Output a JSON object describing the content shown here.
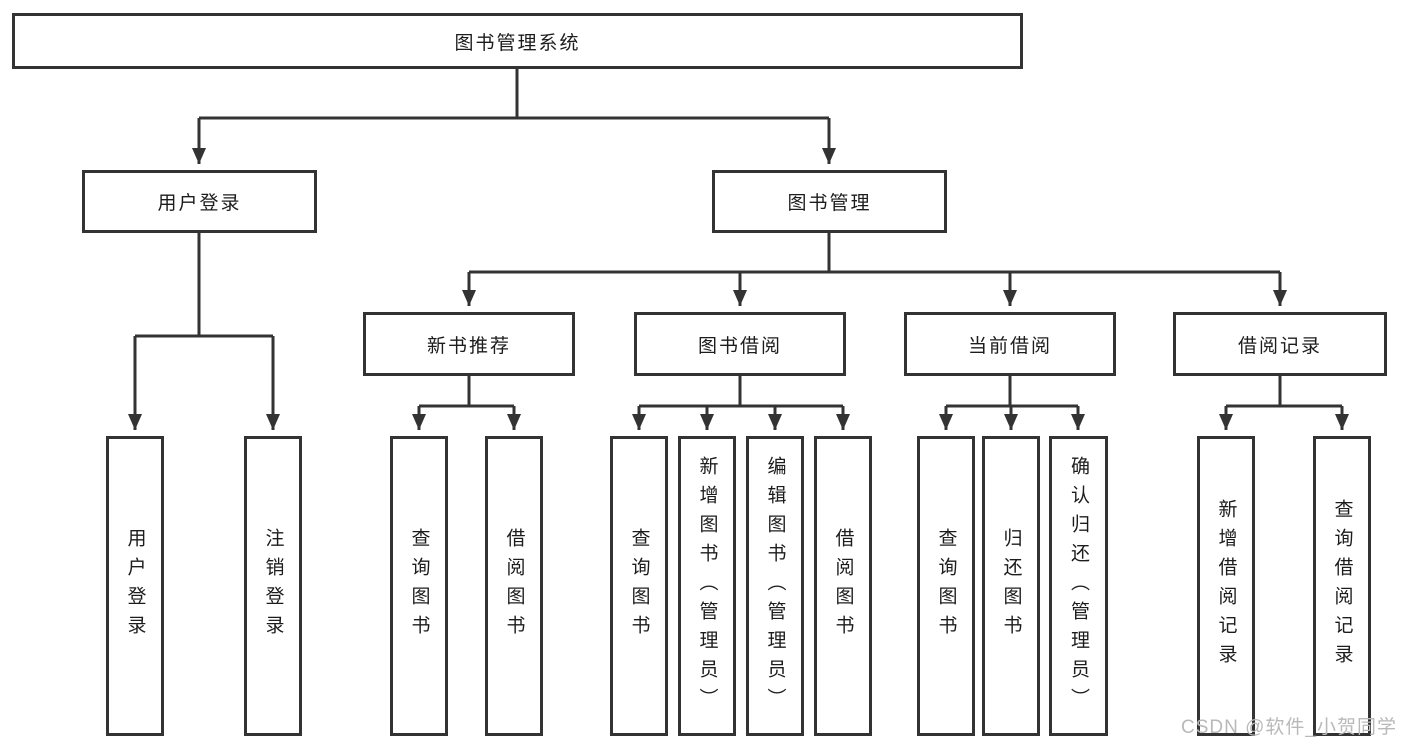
{
  "diagram_title": "图书管理系统",
  "colors": {
    "line": "#333333",
    "box_border": "#333333",
    "text": "#1c1c1c",
    "watermark": "#b9b9b9"
  },
  "tree": {
    "root": {
      "label": "图书管理系统",
      "children": [
        {
          "label": "用户登录",
          "children": [
            {
              "label": "用户登录"
            },
            {
              "label": "注销登录"
            }
          ]
        },
        {
          "label": "图书管理",
          "children": [
            {
              "label": "新书推荐",
              "children": [
                {
                  "label": "查询图书"
                },
                {
                  "label": "借阅图书"
                }
              ]
            },
            {
              "label": "图书借阅",
              "children": [
                {
                  "label": "查询图书"
                },
                {
                  "label": "新增图书（管理员）"
                },
                {
                  "label": "编辑图书（管理员）"
                },
                {
                  "label": "借阅图书"
                }
              ]
            },
            {
              "label": "当前借阅",
              "children": [
                {
                  "label": "查询图书"
                },
                {
                  "label": "归还图书"
                },
                {
                  "label": "确认归还（管理员）"
                }
              ]
            },
            {
              "label": "借阅记录",
              "children": [
                {
                  "label": "新增借阅记录"
                },
                {
                  "label": "查询借阅记录"
                }
              ]
            }
          ]
        }
      ]
    }
  },
  "watermark": {
    "text": "CSDN @软件_小贺同学"
  }
}
